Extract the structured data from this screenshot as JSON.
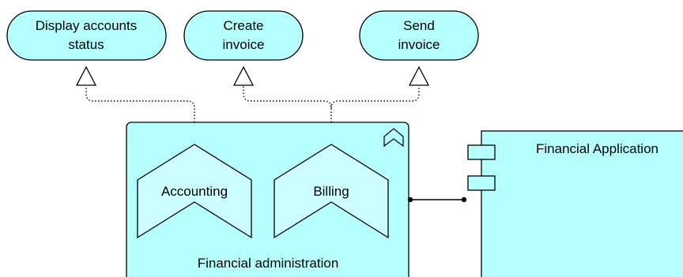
{
  "colors": {
    "element_fill": "#b5ffff",
    "inner_fill": "#ccffff",
    "stroke": "#000000",
    "background": "#ffffff"
  },
  "services": [
    {
      "line1": "Display accounts",
      "line2": "status"
    },
    {
      "line1": "Create",
      "line2": "invoice"
    },
    {
      "line1": "Send",
      "line2": "invoice"
    }
  ],
  "function_group": {
    "label": "Financial administration",
    "icon": "function-chevron-icon",
    "functions": [
      {
        "label": "Accounting"
      },
      {
        "label": "Billing"
      }
    ]
  },
  "application_component": {
    "label": "Financial Application",
    "icon": "component-icon"
  }
}
